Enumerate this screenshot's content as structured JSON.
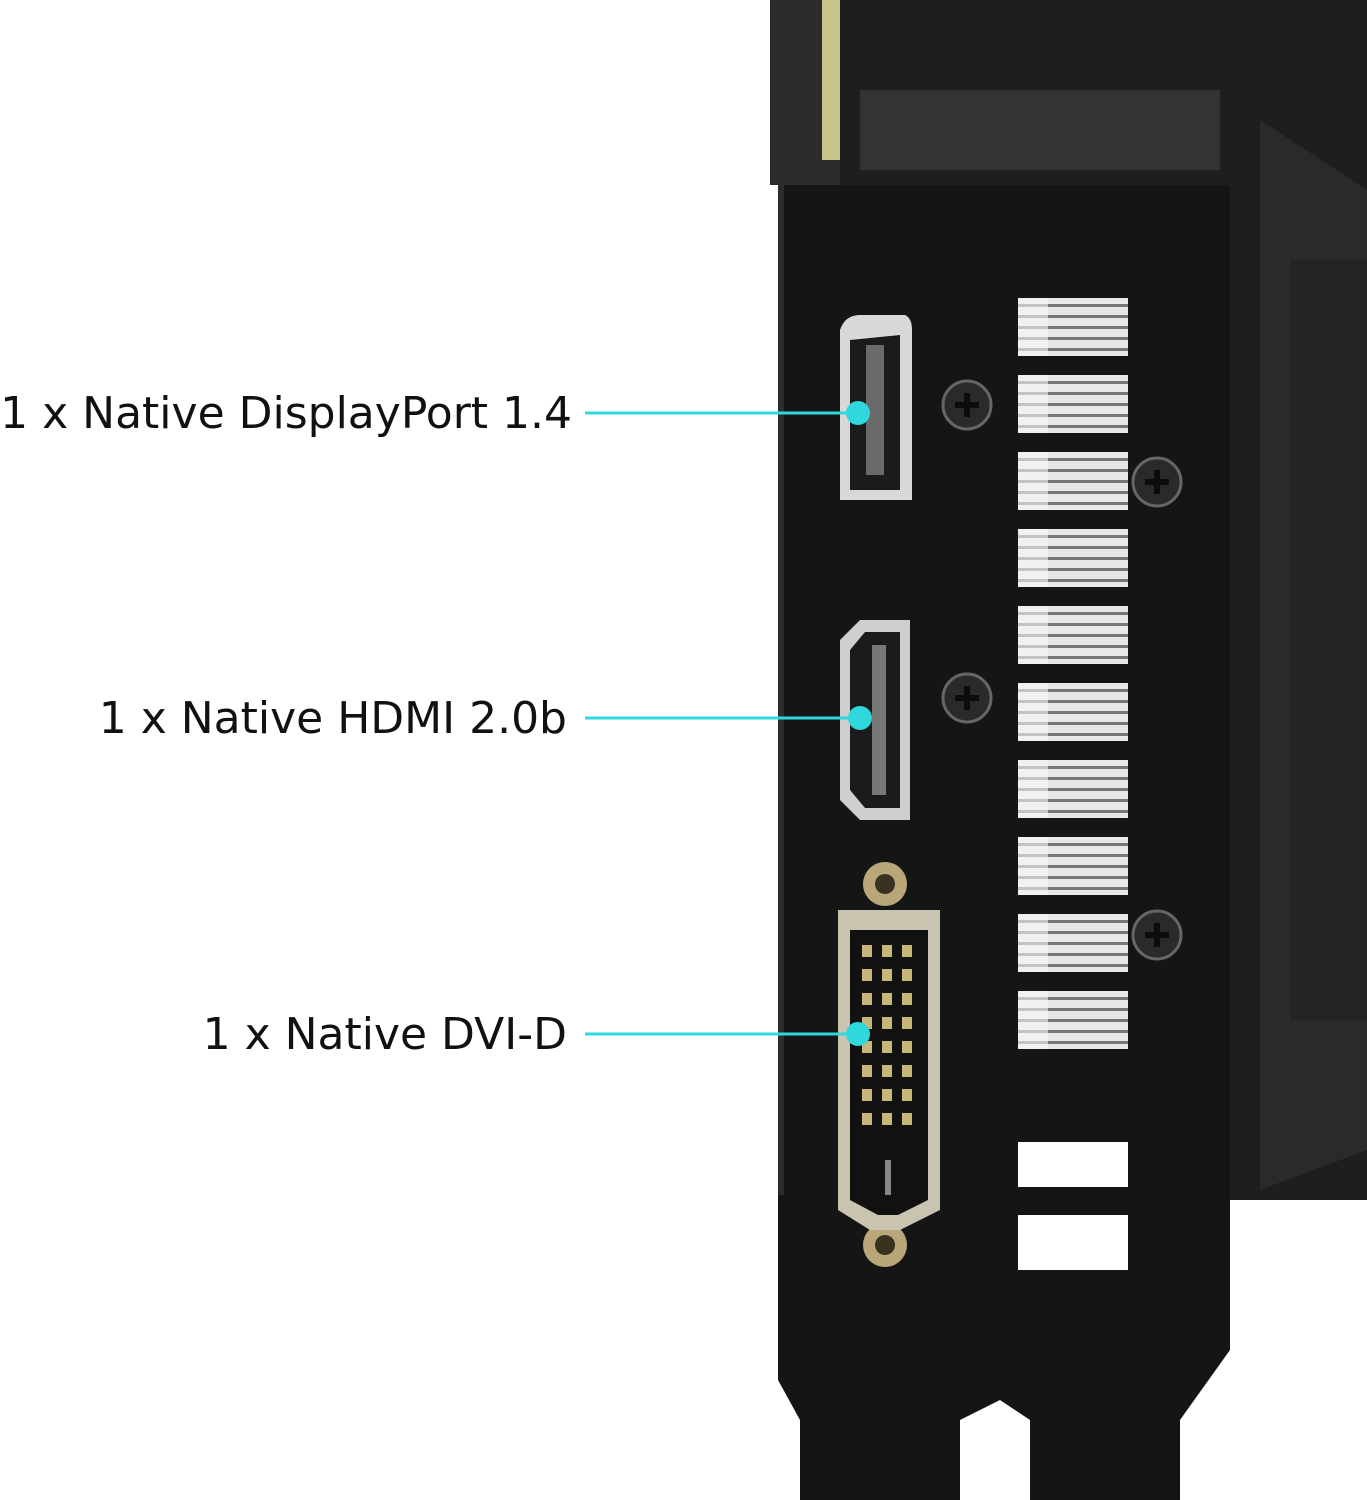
{
  "callouts": [
    {
      "label": "1 x Native DisplayPort 1.4",
      "port": "displayport"
    },
    {
      "label": "1 x Native HDMI 2.0b",
      "port": "hdmi"
    },
    {
      "label": "1 x Native DVI-D",
      "port": "dvi-d"
    }
  ],
  "colors": {
    "accent": "#2ed8dc",
    "bracket": "#151515",
    "background": "#ffffff"
  }
}
